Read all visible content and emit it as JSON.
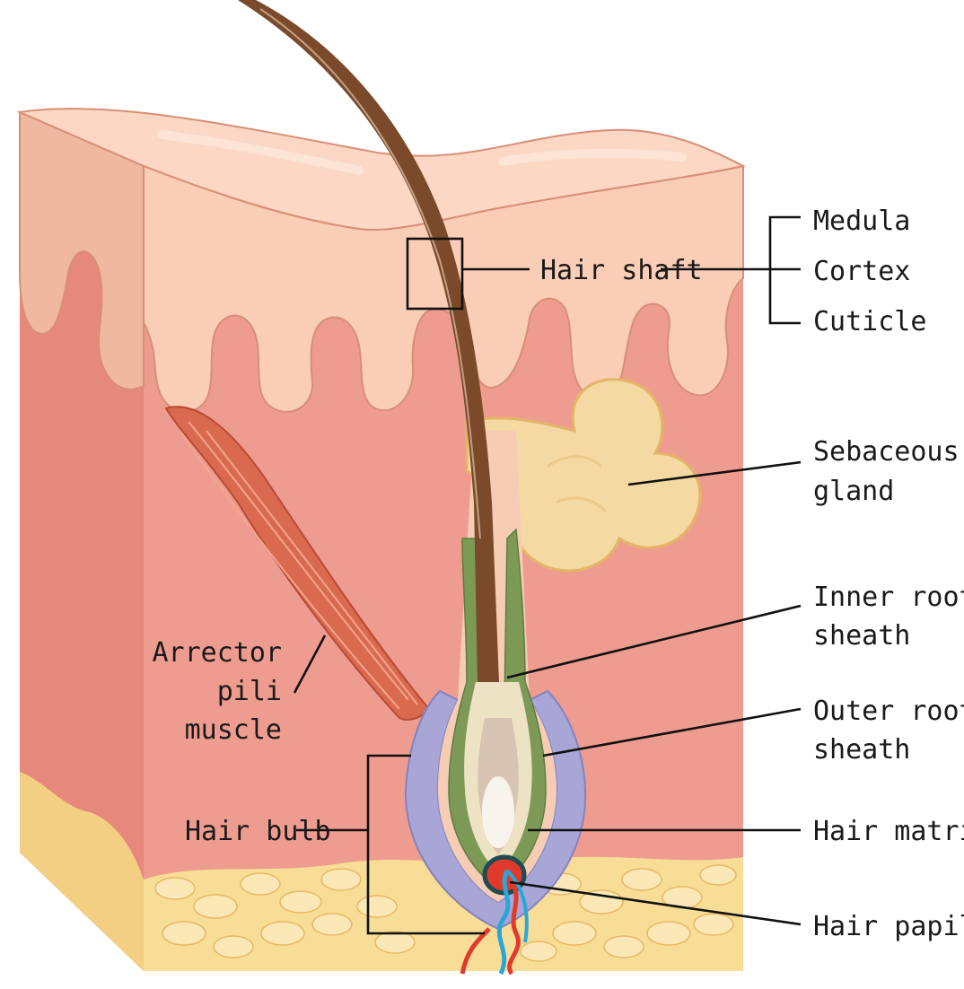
{
  "labels": {
    "medula": "Medula",
    "cortex": "Cortex",
    "cuticle": "Cuticle",
    "hair_shaft": "Hair shaft",
    "sebaceous_1": "Sebaceous",
    "sebaceous_2": "gland",
    "inner_1": "Inner root",
    "inner_2": "sheath",
    "outer_1": "Outer root",
    "outer_2": "sheath",
    "hair_matrix": "Hair matrix",
    "hair_papilla": "Hair papilla",
    "hair_bulb": "Hair bulb",
    "arrector_1": "Arrector",
    "arrector_2": "pili",
    "arrector_3": "muscle"
  },
  "colors": {
    "epidermis": "#f9cdb6",
    "epidermis_edge": "#d88e77",
    "dermis": "#ef9c90",
    "dermis_side": "#e7887d",
    "fat": "#f7dd96",
    "fat_cell": "#fbe8b6",
    "hair": "#7a4a2a",
    "gland": "#f4d9a2",
    "muscle": "#d96a50",
    "outer_sheath": "#a8a6d6",
    "inner_sheath": "#7c9a56",
    "matrix": "#eee2c4",
    "artery": "#e23a2a",
    "vein": "#29a8d8"
  }
}
